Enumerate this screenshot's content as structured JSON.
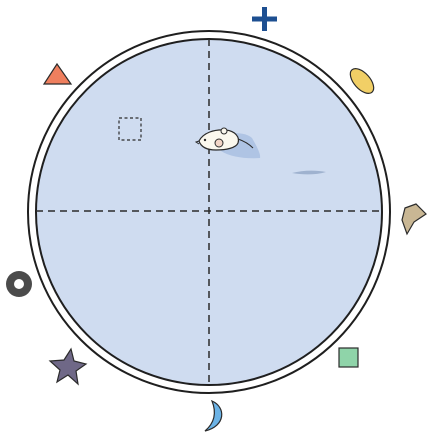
{
  "colors": {
    "background": "#ffffff",
    "pool_water": "#cfdcf0",
    "pool_rim": "#1f1f1f",
    "quadrant_lines": "#2b2b2b",
    "platform_outline": "#2b2b2b",
    "rat_body": "#fbf8ee",
    "rat_outline": "#2b2b2b",
    "rat_ear": "#f3d6c7",
    "wake": "#a9bfe2",
    "ripple": "#9fb2cf",
    "cue_plus": "#1d4f91",
    "cue_oval": "#f1cf66",
    "cue_pentagon": "#c9b794",
    "cue_square": "#8fd4a9",
    "cue_crescent": "#6cb3e6",
    "cue_star": "#6f6887",
    "cue_ring": "#4b4b4b",
    "cue_triangle": "#ef7f5e"
  },
  "scene": {
    "subject": "rat",
    "hidden_platform": "dashed-square",
    "quadrant_divider": "dashed-crosshair"
  },
  "spatial_cues": [
    {
      "name": "plus-icon",
      "shape": "plus"
    },
    {
      "name": "oval-icon",
      "shape": "oval"
    },
    {
      "name": "pentagon-icon",
      "shape": "pentagon"
    },
    {
      "name": "square-icon",
      "shape": "square"
    },
    {
      "name": "crescent-icon",
      "shape": "crescent"
    },
    {
      "name": "star-icon",
      "shape": "star"
    },
    {
      "name": "ring-icon",
      "shape": "ring"
    },
    {
      "name": "triangle-icon",
      "shape": "triangle"
    }
  ]
}
